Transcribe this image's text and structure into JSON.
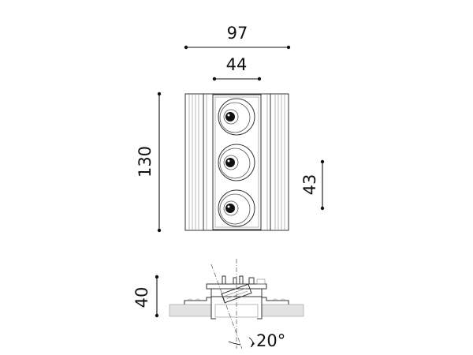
{
  "front_view": {
    "width_overall": "97",
    "width_module": "44",
    "height_overall": "130",
    "spot_pitch": "43",
    "spot_count": 3
  },
  "section_view": {
    "depth": "40",
    "tilt_angle": "20°"
  }
}
